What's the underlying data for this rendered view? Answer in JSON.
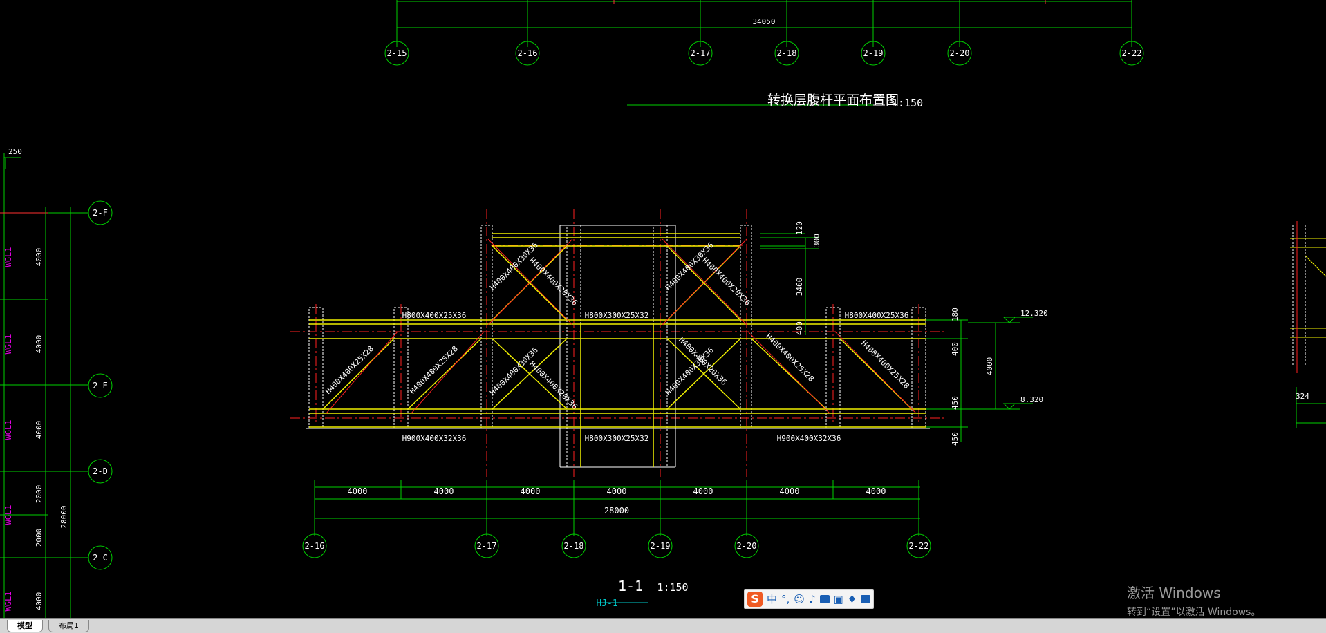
{
  "top_plan": {
    "total_dim": "34050",
    "axes": [
      "2-15",
      "2-16",
      "2-17",
      "2-18",
      "2-19",
      "2-20",
      "2-22"
    ],
    "title": "转换层腹杆平面布置图",
    "scale": "1:150"
  },
  "left_view": {
    "dim_250": "250",
    "axes": [
      "2-F",
      "2-E",
      "2-D",
      "2-C"
    ],
    "member_labels": [
      "WGL1",
      "WGL1",
      "WGL1",
      "WGL1",
      "WGL1"
    ],
    "dims": [
      "4000",
      "4000",
      "4000",
      "2000",
      "2000",
      "4000"
    ],
    "total_dim": "28000"
  },
  "section": {
    "title": "1-1",
    "scale": "1:150",
    "sub_label": "HJ-1",
    "axes": [
      "2-16",
      "2-17",
      "2-18",
      "2-19",
      "2-20",
      "2-22"
    ],
    "bay_dims": [
      "4000",
      "4000",
      "4000",
      "4000",
      "4000",
      "4000",
      "4000"
    ],
    "total_dim": "28000",
    "beam_labels": {
      "top_left": "H800X400X25X36",
      "top_mid": "H800X300X25X32",
      "top_right": "H800X400X25X36",
      "bottom_left": "H900X400X32X36",
      "bottom_mid": "H800X300X25X32",
      "bottom_right": "H900X400X32X36"
    },
    "brace_labels": {
      "b1": "H400X400X25X28",
      "b2": "H400X400X25X28",
      "b3": "H400X400X30X36",
      "b4": "H400X400X20X36",
      "b5": "H400X400X30X36",
      "b6": "H400X400X20X36",
      "b7": "H400X400X30X36",
      "b8": "H400X400X20X36",
      "b9": "H400X400X30X36",
      "b10": "H400X400X20X36",
      "b11": "H400X400X25X28",
      "b12": "H400X400X25X28"
    },
    "right_dims": {
      "d120": "120",
      "d300": "300",
      "d3460": "3460",
      "d400a": "400",
      "d180": "180",
      "d400b": "400",
      "d4000": "4000",
      "d450a": "450",
      "d450b": "450"
    },
    "elevations": [
      "12.320",
      "8.320"
    ]
  },
  "right_partial": {
    "dim": "324"
  },
  "tabs": [
    "模型",
    "布局1"
  ],
  "ime_toolbar": {
    "lang": "中",
    "punct": "°,"
  },
  "watermark": {
    "line1": "激活 Windows",
    "line2": "转到“设置”以激活 Windows。"
  }
}
